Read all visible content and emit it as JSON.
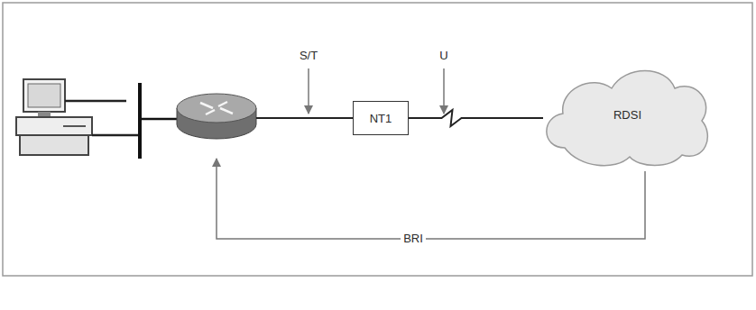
{
  "diagram": {
    "nodes": [
      {
        "text": [
          "NT1"
        ]
      },
      {
        "text": [
          "RDSI"
        ]
      }
    ],
    "edges": [
      {
        "from": 0,
        "to": 1,
        "arrow": "none"
      }
    ],
    "labels": [
      "S/T",
      "U",
      "BRI"
    ]
  }
}
